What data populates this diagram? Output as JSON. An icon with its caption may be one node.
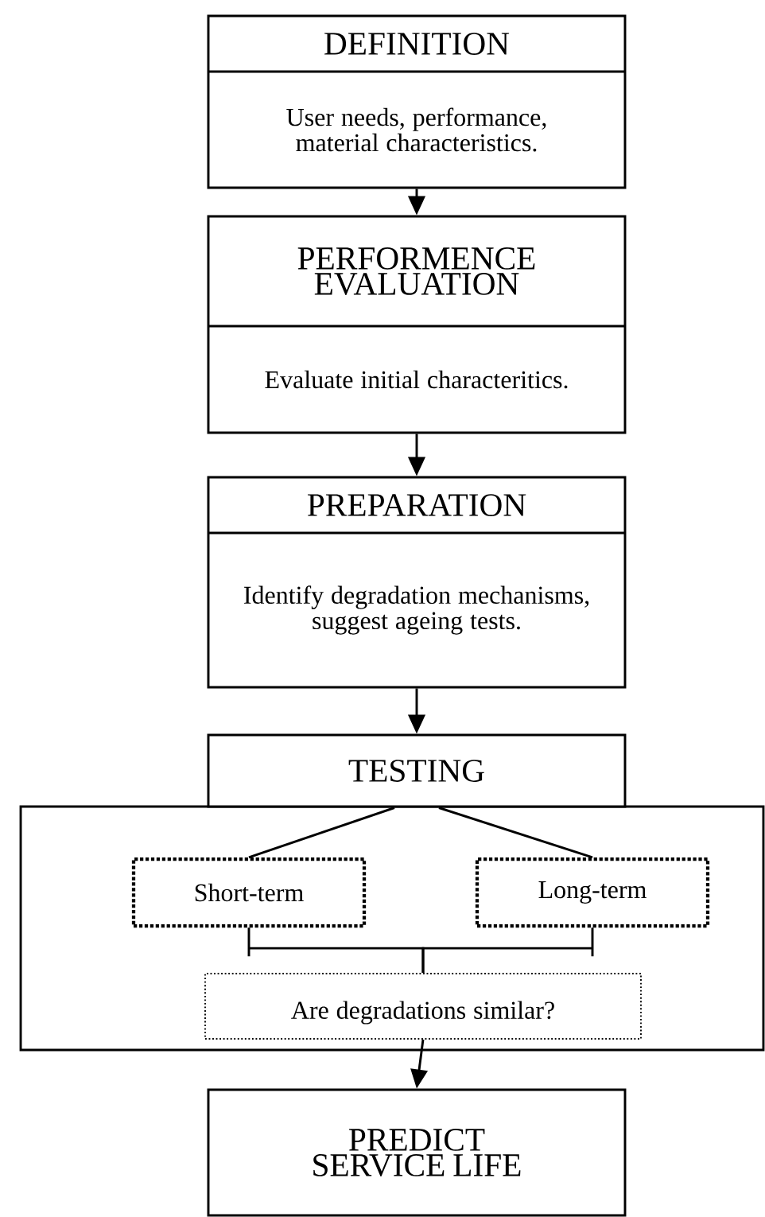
{
  "diagram": {
    "nodes": [
      {
        "text": [
          "DEFINITION",
          "User needs, performance, material characteristics."
        ]
      },
      {
        "text": [
          "PERFORMENCE EVALUATION",
          "Evaluate initial characteritics."
        ]
      },
      {
        "text": [
          "PREPARATION",
          "Identify degradation mechanisms, suggest ageing tests."
        ]
      },
      {
        "text": [
          "TESTING"
        ]
      },
      {
        "text": [
          "Short-term"
        ],
        "in": 3
      },
      {
        "text": [
          "Long-term"
        ],
        "in": 3
      },
      {
        "text": [
          "Are degradations similar?"
        ],
        "in": 3
      },
      {
        "text": [
          "PREDICT SERVICE LIFE"
        ]
      }
    ],
    "edges": [
      {
        "from": 0,
        "to": 1,
        "arrow": "to"
      },
      {
        "from": 1,
        "to": 2,
        "arrow": "to"
      },
      {
        "from": 2,
        "to": 3,
        "arrow": "to"
      },
      {
        "from": 3,
        "to": 4,
        "arrow": "none"
      },
      {
        "from": 3,
        "to": 5,
        "arrow": "none"
      },
      {
        "from": 4,
        "to": 6,
        "arrow": "none"
      },
      {
        "from": 5,
        "to": 6,
        "arrow": "none"
      },
      {
        "from": 6,
        "to": 7,
        "arrow": "to"
      }
    ]
  }
}
